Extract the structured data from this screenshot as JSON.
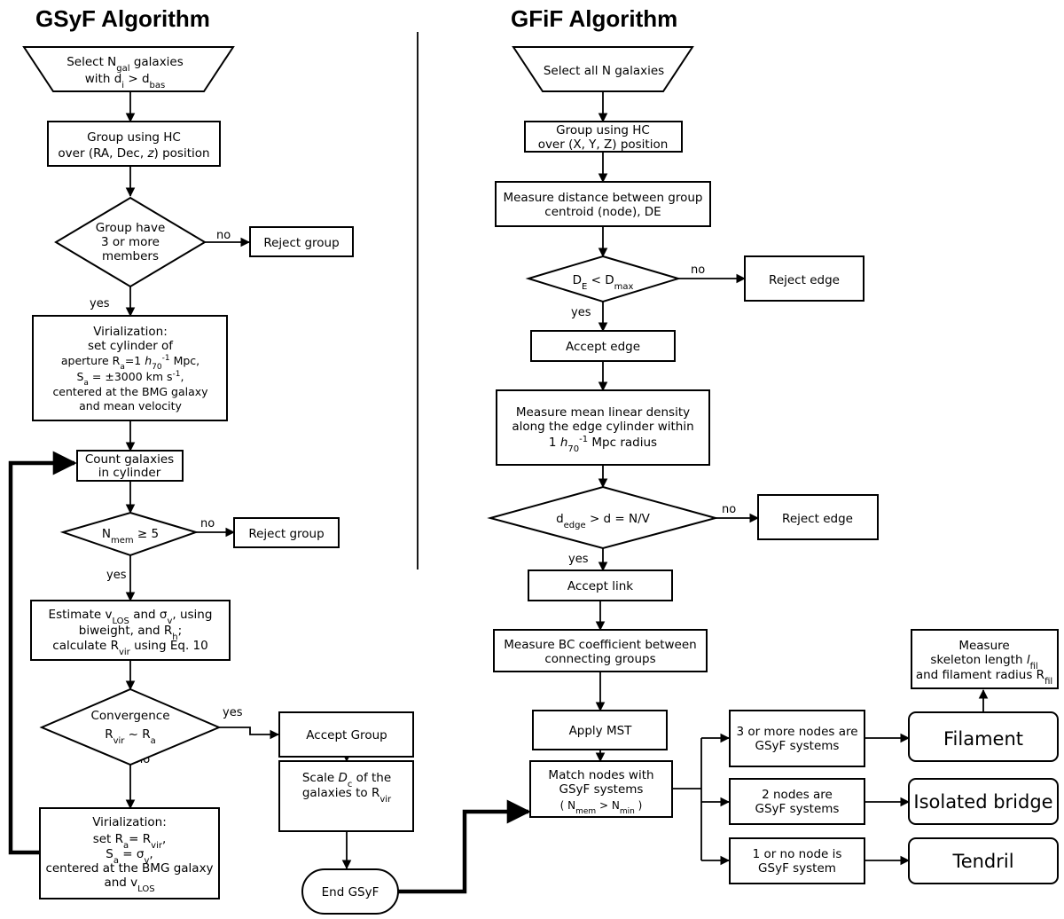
{
  "titles": {
    "left": "GSyF Algorithm",
    "right": "GFiF Algorithm"
  },
  "gsyf": {
    "select": [
      "Select N_gal galaxies",
      "with d_i > d_bas"
    ],
    "group_hc": [
      "Group using HC",
      "over (RA, Dec, z) position"
    ],
    "decision_members": [
      "Group have",
      "3 or more",
      "members"
    ],
    "reject_group_1": "Reject group",
    "virialization_1": [
      "Virialization:",
      "set cylinder of",
      "aperture R_a=1 h_70^-1 Mpc,",
      "S_a = ±3000 km s^-1,",
      "centered at the BMG galaxy",
      "and mean velocity"
    ],
    "count_galaxies": [
      "Count galaxies",
      "in cylinder"
    ],
    "decision_nmem": "N_mem ≥ 5",
    "reject_group_2": "Reject group",
    "estimate": [
      "Estimate v_LOS and σ_v, using",
      "biweight, and R_h;",
      "calculate R_vir using Eq. 10"
    ],
    "decision_convergence": [
      "Convergence",
      "R_vir ~ R_a"
    ],
    "accept_group": "Accept Group",
    "scale": [
      "Scale D_c of the",
      "galaxies to R_vir"
    ],
    "end": "End GSyF",
    "virialization_2": [
      "Virialization:",
      "set  R_a= R_vir,",
      "S_a = σ_v,",
      "centered at the BMG galaxy",
      "and v_LOS"
    ]
  },
  "gfif": {
    "select": "Select all N galaxies",
    "group_hc": [
      "Group using HC",
      "over (X, Y, Z) position"
    ],
    "measure_distance": [
      "Measure distance between group",
      "centroid (node), DE"
    ],
    "decision_de": "D_E < D_max",
    "reject_edge_1": "Reject edge",
    "accept_edge": "Accept edge",
    "measure_density": [
      "Measure  mean linear density",
      "along the edge cylinder within",
      "1 h_70^-1 Mpc radius"
    ],
    "decision_dedge": "d_edge > d = N/V",
    "reject_edge_2": "Reject edge",
    "accept_link": "Accept link",
    "measure_bc": [
      "Measure BC coefficient between",
      "connecting groups"
    ],
    "apply_mst": "Apply MST",
    "match_nodes": [
      "Match nodes with",
      "GSyF systems",
      "( N_mem > N_min )"
    ],
    "cond_3nodes": [
      "3 or more nodes are",
      "GSyF systems"
    ],
    "cond_2nodes": [
      "2 nodes are",
      "GSyF systems"
    ],
    "cond_1node": [
      "1 or no node is",
      "GSyF system"
    ],
    "filament": "Filament",
    "isolated_bridge": "Isolated bridge",
    "tendril": "Tendril",
    "measure_skeleton": [
      "Measure",
      "skeleton length l_fil",
      "and filament radius R_fil"
    ]
  },
  "edge_labels": {
    "no": "no",
    "yes": "yes"
  }
}
